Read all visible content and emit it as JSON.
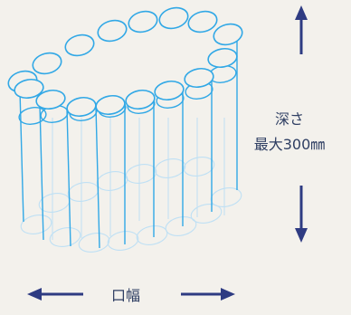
{
  "diagram": {
    "depth_label": "深さ",
    "depth_value": "最大300㎜",
    "width_label": "口幅"
  },
  "colors": {
    "background": "#f3f1ec",
    "tube_stroke": "#31a8e6",
    "tube_faint": "#bfe0f4",
    "arrow": "#2e3b82",
    "text": "#2f3f63"
  }
}
